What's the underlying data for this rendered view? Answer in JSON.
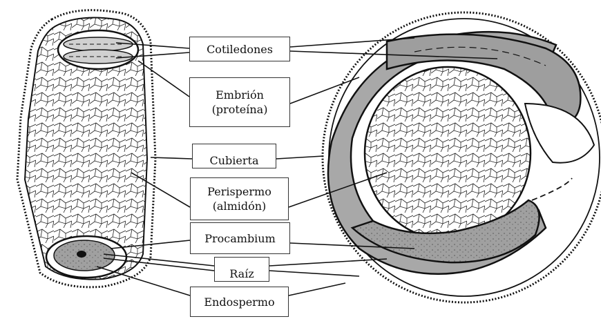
{
  "labels": {
    "cotiledones": "Cotiledones",
    "embrion": "Embrión\n(proteína)",
    "cubierta": "Cubierta",
    "perispermo": "Perispermo\n(almidón)",
    "procambium": "Procambium",
    "raiz": "Raíz",
    "endospermo": "Endospermo"
  },
  "colors": {
    "outline": "#1a1a1a",
    "shaded_tissue": "#a8a8a8",
    "background": "#ffffff"
  }
}
